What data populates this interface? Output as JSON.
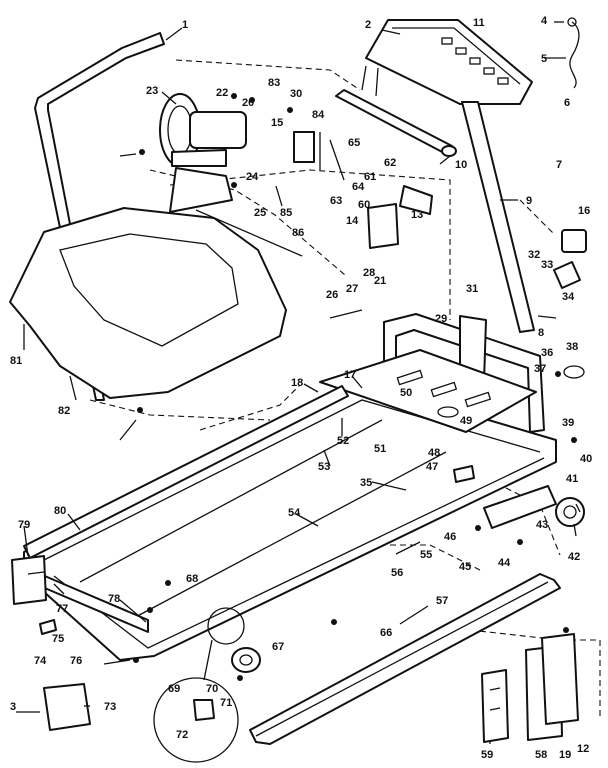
{
  "labels": [
    "1",
    "2",
    "3",
    "4",
    "5",
    "6",
    "7",
    "8",
    "9",
    "10",
    "11",
    "12",
    "13",
    "14",
    "15",
    "16",
    "17",
    "18",
    "19",
    "20",
    "21",
    "22",
    "23",
    "24",
    "25",
    "26",
    "27",
    "28",
    "29",
    "30",
    "31",
    "32",
    "33",
    "34",
    "35",
    "36",
    "37",
    "38",
    "39",
    "40",
    "41",
    "42",
    "43",
    "44",
    "45",
    "46",
    "47",
    "48",
    "49",
    "50",
    "51",
    "52",
    "53",
    "54",
    "55",
    "56",
    "57",
    "58",
    "59",
    "60",
    "61",
    "62",
    "63",
    "64",
    "65",
    "66",
    "67",
    "68",
    "69",
    "70",
    "71",
    "72",
    "73",
    "74",
    "75",
    "76",
    "77",
    "78",
    "79",
    "80",
    "81",
    "82",
    "83",
    "84",
    "85",
    "86"
  ]
}
